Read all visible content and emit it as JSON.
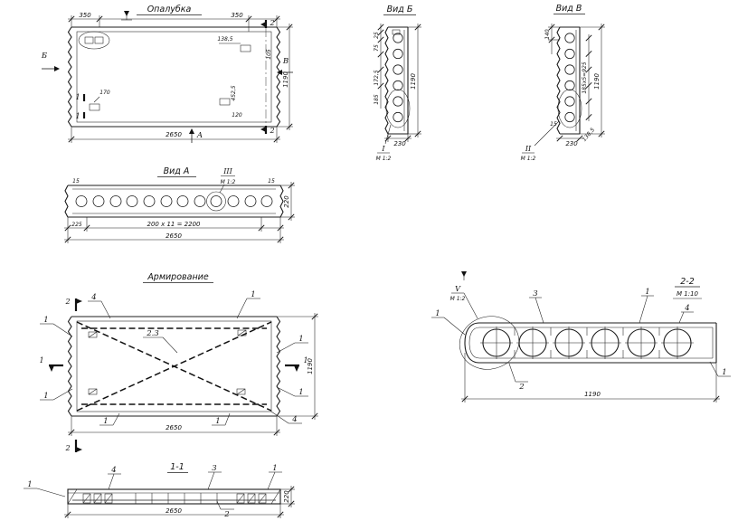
{
  "views": {
    "formwork": {
      "title": "Опалубка",
      "dim_350_left": "350",
      "dim_350_right": "350",
      "dim_2650": "2650",
      "dim_1190": "1190",
      "dim_138_5": "138,5",
      "dim_105": "105",
      "dim_170": "170",
      "dim_452_5": "452,5",
      "dim_120": "120",
      "letter_b": "Б",
      "letter_a": "А",
      "letter_v": "В",
      "cut_1": "1",
      "cut_2": "2"
    },
    "view_b": {
      "title": "Вид Б",
      "dim_25": "25",
      "dim_75": "75",
      "dim_172_5": "172,5",
      "dim_185": "185",
      "dim_230": "230",
      "dim_1190": "1190",
      "marker": "I",
      "scale": "М 1:2"
    },
    "view_v": {
      "title": "Вид В",
      "dim_140": "140",
      "dim_pitch": "185х5=925",
      "dim_15": "15",
      "dim_230": "230",
      "dim_138_5": "138,5",
      "dim_1190": "1190",
      "marker": "II",
      "scale": "М 1:2"
    },
    "view_a": {
      "title": "Вид А",
      "dim_15": "15",
      "dim_225": "225",
      "dim_pitch": "200 х 11 = 2200",
      "dim_220": "220",
      "dim_2650": "2650",
      "marker": "III",
      "scale": "М 1:2"
    },
    "reinforcement": {
      "title": "Армирование",
      "dim_2650": "2650",
      "dim_1190": "1190",
      "pos_1": "1",
      "pos_4": "4",
      "pos_23": "2.3",
      "cut_1": "1",
      "cut_2": "2"
    },
    "section_11": {
      "title": "1-1",
      "dim_220": "220",
      "dim_2650": "2650",
      "pos_1": "1",
      "pos_2": "2",
      "pos_3": "3",
      "pos_4": "4"
    },
    "section_22": {
      "title": "2-2",
      "scale": "М 1:10",
      "dim_1190": "1190",
      "pos_1": "1",
      "pos_2": "2",
      "pos_3": "3",
      "pos_4": "4",
      "marker": "V",
      "detail_scale": "М 1:2"
    }
  }
}
